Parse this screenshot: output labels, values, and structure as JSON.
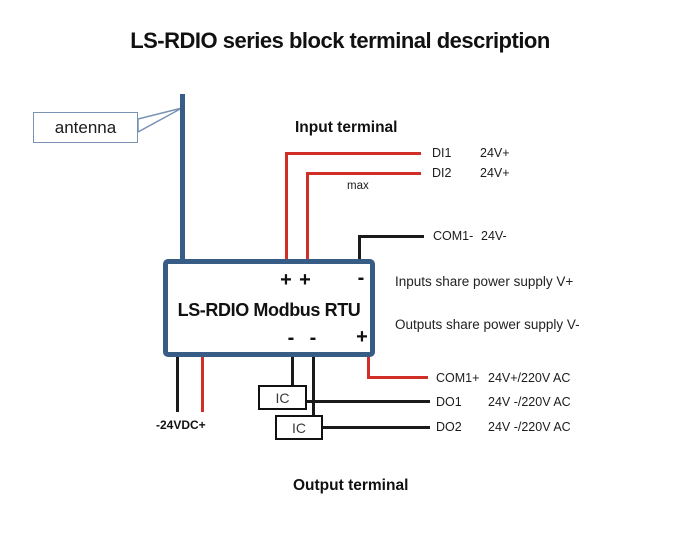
{
  "title": "LS-RDIO series block terminal description",
  "antenna": {
    "label": "antenna"
  },
  "device": {
    "name": "LS-RDIO Modbus RTU",
    "top_symbols": [
      "+",
      "+",
      "-"
    ],
    "bottom_symbols": [
      "-",
      "-",
      "+"
    ]
  },
  "input_section": {
    "heading": "Input terminal",
    "note": "max",
    "rows": [
      {
        "terminal": "DI1",
        "rating": "24V+"
      },
      {
        "terminal": "DI2",
        "rating": "24V+"
      },
      {
        "terminal": "COM1-",
        "rating": "24V-"
      }
    ]
  },
  "side_notes": [
    "Inputs share power supply V+",
    "Outputs share power supply V-"
  ],
  "output_section": {
    "heading": "Output terminal",
    "rows": [
      {
        "terminal": "COM1+",
        "rating": "24V+/220V AC"
      },
      {
        "terminal": "DO1",
        "rating": "24V -/220V AC"
      },
      {
        "terminal": "DO2",
        "rating": "24V -/220V AC"
      }
    ]
  },
  "power_label": "-24VDC+",
  "ic_labels": [
    "IC",
    "IC"
  ],
  "colors": {
    "wire_red": "#cf2f26",
    "wire_black": "#1a1a1a",
    "device_blue": "#375d87",
    "callout_blue": "#7a93b5"
  }
}
